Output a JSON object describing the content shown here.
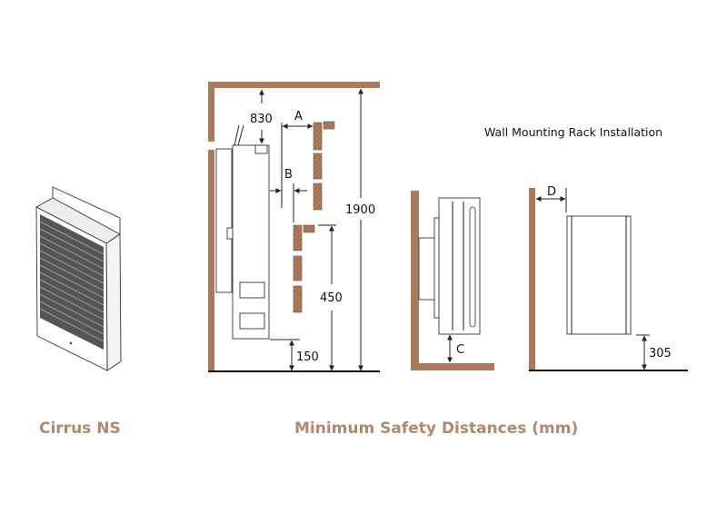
{
  "product": {
    "name": "Cirrus NS"
  },
  "diagram": {
    "title": "Minimum Safety Distances (mm)",
    "rack_title": "Wall Mounting Rack Installation",
    "dimensions": {
      "ceiling_clearance": "830",
      "a": "A",
      "b": "B",
      "total_height": "1900",
      "wood_height": "450",
      "floor_clearance": "150",
      "c": "C",
      "d": "D",
      "rack_floor": "305"
    }
  },
  "colors": {
    "wall": "#a87b5c",
    "caption": "#b3876a"
  }
}
